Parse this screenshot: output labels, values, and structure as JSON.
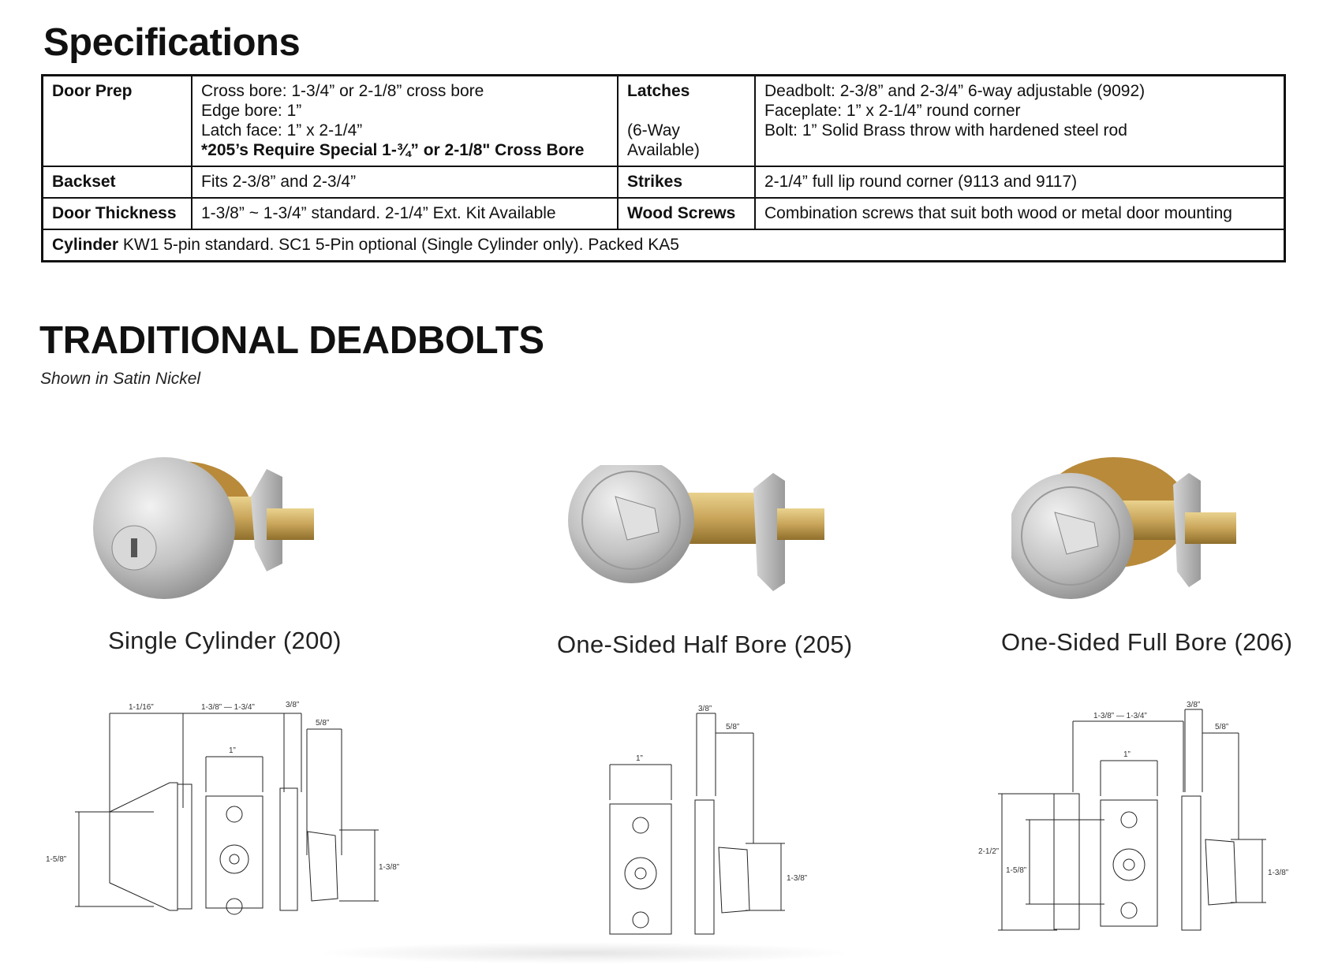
{
  "specifications": {
    "title": "Specifications",
    "door_prep": {
      "label": "Door Prep",
      "lines": [
        "Cross bore:  1-3/4”  or 2-1/8” cross bore",
        "Edge bore:  1”",
        "Latch face:  1” x 2-1/4”"
      ],
      "note": "*205’s Require Special 1-¾” or 2-1/8\" Cross Bore"
    },
    "latches": {
      "label": "Latches",
      "sub_label": "(6-Way Available)",
      "lines": [
        "Deadbolt:  2-3/8” and 2-3/4” 6-way adjustable (9092)",
        "Faceplate:  1” x 2-1/4” round corner",
        "Bolt:  1” Solid Brass throw with hardened steel rod"
      ]
    },
    "backset": {
      "label": "Backset",
      "value": "Fits 2-3/8” and 2-3/4”"
    },
    "strikes": {
      "label": "Strikes",
      "value": "2-1/4” full lip round corner (9113 and 9117)"
    },
    "door_thickness": {
      "label": "Door Thickness",
      "value": "1-3/8” ~ 1-3/4” standard. 2-1/4” Ext. Kit Available"
    },
    "wood_screws": {
      "label": "Wood Screws",
      "value": "Combination screws that suit both wood or metal door mounting"
    },
    "cylinder": {
      "label": "Cylinder",
      "value": " KW1 5-pin standard. SC1 5-Pin optional (Single Cylinder only). Packed KA5"
    }
  },
  "section": {
    "title": "TRADITIONAL DEADBOLTS",
    "subtitle": "Shown in Satin Nickel"
  },
  "products": [
    {
      "caption": "Single Cylinder (200)"
    },
    {
      "caption": "One-Sided Half Bore (205)"
    },
    {
      "caption": "One-Sided Full Bore (206)"
    }
  ],
  "diagrams": {
    "single": {
      "d1": "1-1/16”",
      "d2": "1-3/8” — 1-3/4”",
      "d3": "3/8”",
      "d4": "5/8”",
      "d5": "1”",
      "d6": "1-5/8”",
      "d7": "1-3/8”"
    },
    "half": {
      "d1": "3/8”",
      "d2": "5/8”",
      "d3": "1”",
      "d4": "1-3/8”"
    },
    "full": {
      "d1": "3/8”",
      "d2": "1-3/8” — 1-3/4”",
      "d3": "5/8”",
      "d4": "1”",
      "d5": "2-1/2”",
      "d6": "1-5/8”",
      "d7": "1-3/8”"
    }
  },
  "colors": {
    "satin_nickel": "#bdbdbd",
    "brass": "#c9a55a",
    "text": "#111111"
  }
}
